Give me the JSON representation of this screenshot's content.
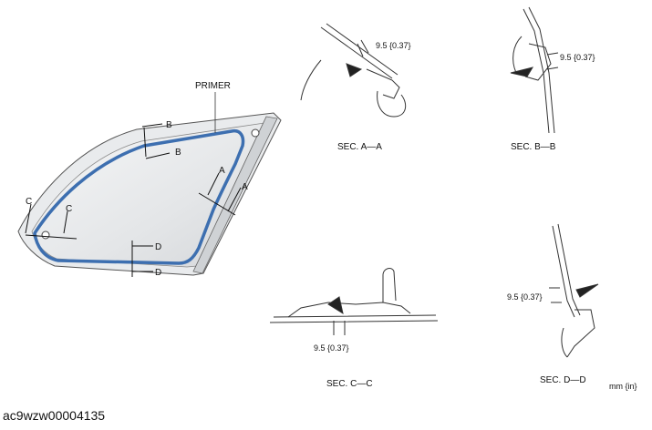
{
  "diagram": {
    "primer_label": "PRIMER",
    "callouts": {
      "a": "A",
      "b": "B",
      "c": "C",
      "d": "D"
    },
    "sections": {
      "aa": {
        "title": "SEC. A—A",
        "dimension": "9.5 {0.37}"
      },
      "bb": {
        "title": "SEC. B—B",
        "dimension": "9.5 {0.37}"
      },
      "cc": {
        "title": "SEC. C—C",
        "dimension": "9.5 {0.37}"
      },
      "dd": {
        "title": "SEC. D—D",
        "dimension": "9.5 {0.37}"
      }
    },
    "units": "mm {in}",
    "image_code": "ac9wzw00004135"
  },
  "colors": {
    "primer": "#3d6fb0",
    "line": "#333333"
  }
}
